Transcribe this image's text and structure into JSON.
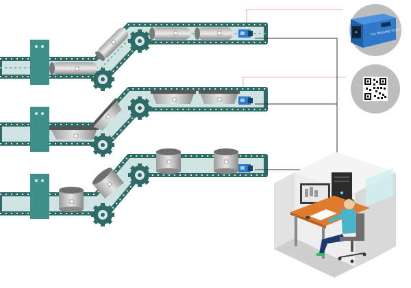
{
  "diagram": {
    "camera": {
      "brand_text": "The IMAGING SOURCE",
      "icon": "industrial-camera-icon"
    },
    "qr_badge": {
      "icon": "qr-code-icon"
    },
    "operator_room": {
      "icon": "operator-workstation-icon"
    },
    "lines": [
      {
        "name": "line-1",
        "product": "cylinder-tube"
      },
      {
        "name": "line-2",
        "product": "metal-tray"
      },
      {
        "name": "line-3",
        "product": "metal-pot"
      }
    ],
    "colors": {
      "belt": "#2e6a68",
      "belt_inner": "#cfe3e2",
      "roller": "#2a6664",
      "pillar": "#3f8f8a",
      "camera_blue": "#2f79c8",
      "signal_line": "#f08ab0",
      "wire": "#333333"
    }
  }
}
